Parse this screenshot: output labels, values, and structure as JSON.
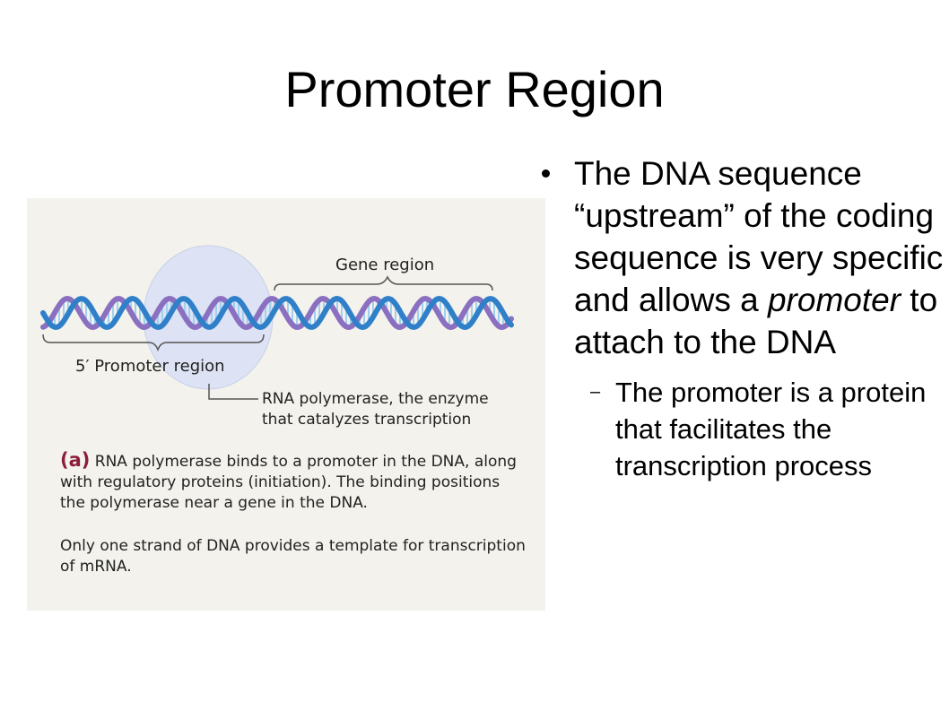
{
  "slide": {
    "title": "Promoter Region"
  },
  "figure": {
    "gene_region_label": "Gene region",
    "promoter_region_label": "5′ Promoter region",
    "rnap_label_line1": "RNA polymerase, the enzyme",
    "rnap_label_line2": "that catalyzes transcription",
    "caption_a_marker": "(a)",
    "caption_a_text": "RNA polymerase binds to a promoter in the DNA, along with regulatory proteins (initiation). The binding positions the polymerase near a gene in the DNA.",
    "caption_b_text": "Only one strand of DNA provides a template for transcription of mRNA.",
    "colors": {
      "strand_blue": "#2f80c8",
      "strand_purple": "#8b6fc0",
      "polymerase": "#dde3f4",
      "panel": "#f3f2ec",
      "marker": "#8b1d3a"
    }
  },
  "bullets": {
    "main_before": "The DNA sequence “upstream” of the coding sequence is very specific and allows a ",
    "main_emphasis": "promoter",
    "main_after": " to attach to the DNA",
    "sub": "The promoter is a protein that facilitates the transcription process"
  }
}
